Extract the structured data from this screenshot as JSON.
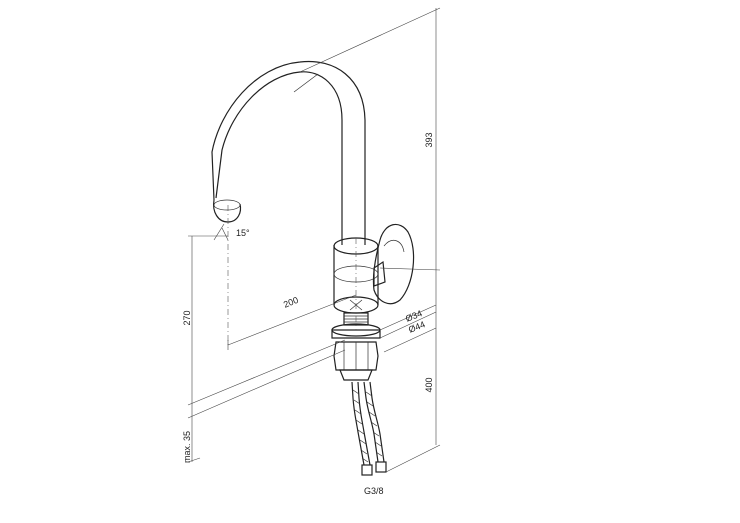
{
  "drawing": {
    "dim_height_total": "393",
    "dim_spout_height": "270",
    "dim_hose_length": "400",
    "dim_reach": "200",
    "dim_max_thickness": "max. 35",
    "dim_spout_angle": "15°",
    "dim_body_diameter": "Ø44",
    "dim_hole_diameter": "Ø34",
    "dim_thread": "G3/8"
  }
}
